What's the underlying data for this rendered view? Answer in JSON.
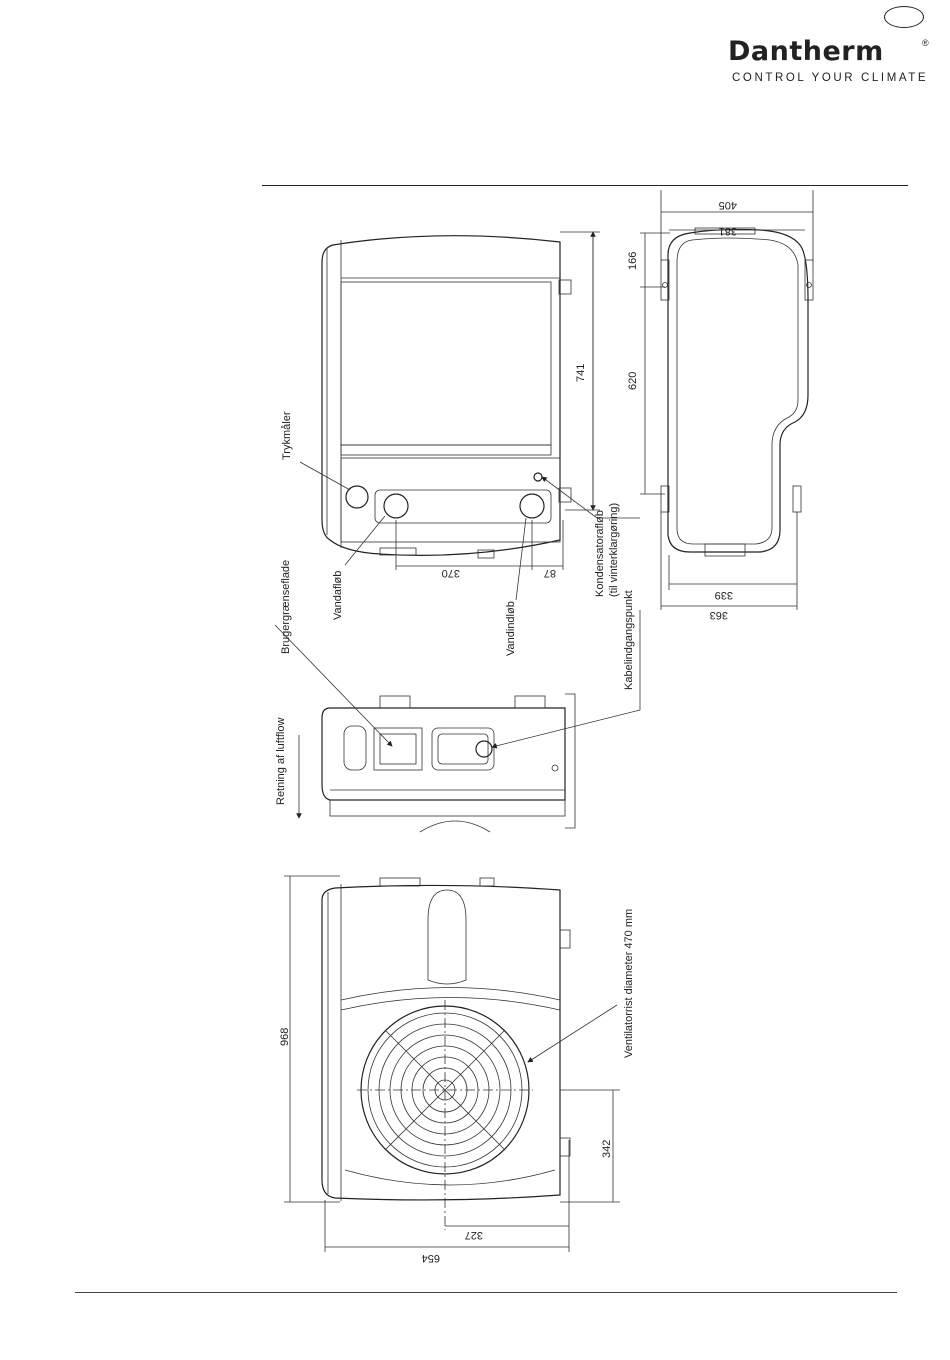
{
  "header": {
    "brand": "Dantherm",
    "tagline": "CONTROL YOUR CLIMATE"
  },
  "labels": {
    "trykmaler": "Trykmåler",
    "brugergraenseflade": "Brugergrænseflade",
    "retning_af_luftflow": "Retning af luftflow",
    "vandaflob": "Vandafløb",
    "vandindlob": "Vandindløb",
    "kondensataflob": "Kondensatorafløb",
    "kondensataflob_note": "(til vinterklargøring)",
    "kabelindgangspunkt": "Kabelindgangspunkt",
    "ventilatorrist": "Ventilatorrist diameter 470 mm"
  },
  "dimensions": {
    "d741": "741",
    "d370": "370",
    "d87": "87",
    "d405": "405",
    "d381": "381",
    "d166": "166",
    "d620": "620",
    "d339": "339",
    "d363": "363",
    "d968": "968",
    "d342": "342",
    "d327": "327",
    "d654": "654"
  }
}
